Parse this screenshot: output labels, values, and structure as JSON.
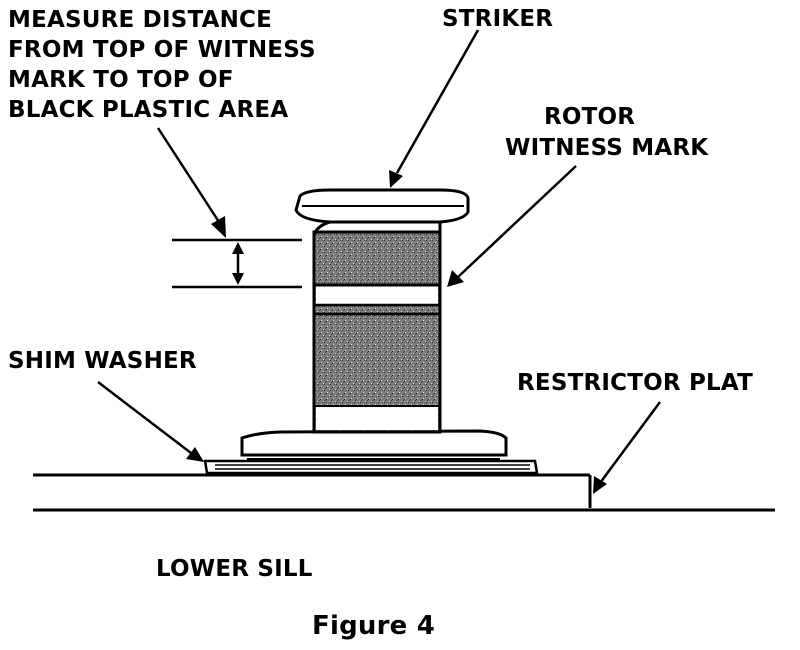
{
  "labels": {
    "measure_line1": "MEASURE DISTANCE",
    "measure_line2": "FROM TOP OF WITNESS",
    "measure_line3": "MARK TO TOP OF",
    "measure_line4": "BLACK PLASTIC AREA",
    "striker": "STRIKER",
    "rotor_line1": "ROTOR",
    "rotor_line2": "WITNESS MARK",
    "shim_washer": "SHIM WASHER",
    "restrictor_plate": "RESTRICTOR PLAT",
    "lower_sill": "LOWER SILL"
  },
  "caption": "Figure 4",
  "colors": {
    "ink": "#000000",
    "paper": "#ffffff",
    "rotor_fill": "#8a8a8a",
    "rotor_band": "#ffffff"
  }
}
